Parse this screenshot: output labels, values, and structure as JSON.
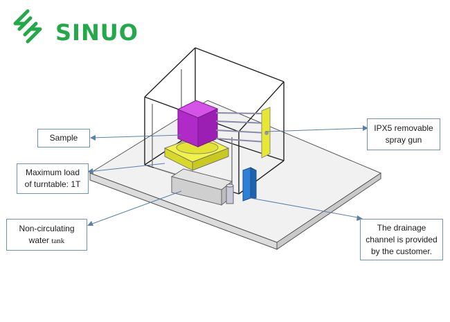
{
  "brand": {
    "name": "SINUO",
    "color": "#23a84a"
  },
  "labels": {
    "sample": "Sample",
    "max_load_line1": "Maximum load",
    "max_load_line2": "of turntable: 1T",
    "tank_line1": "Non-circulating",
    "tank_line2_a": "water",
    "tank_line2_b": "tank",
    "spray_line1": "IPX5 removable",
    "spray_line2": "spray gun",
    "drain_line1": "The drainage",
    "drain_line2": "channel is provided",
    "drain_line3": "by the customer."
  },
  "colors": {
    "sample_box": "#c23bd6",
    "turntable": "#eef03a",
    "spray_post": "#e8e832",
    "drain_unit": "#2e7fd6",
    "platform": "#f1f1f1",
    "leader_line": "#5a7fab"
  }
}
